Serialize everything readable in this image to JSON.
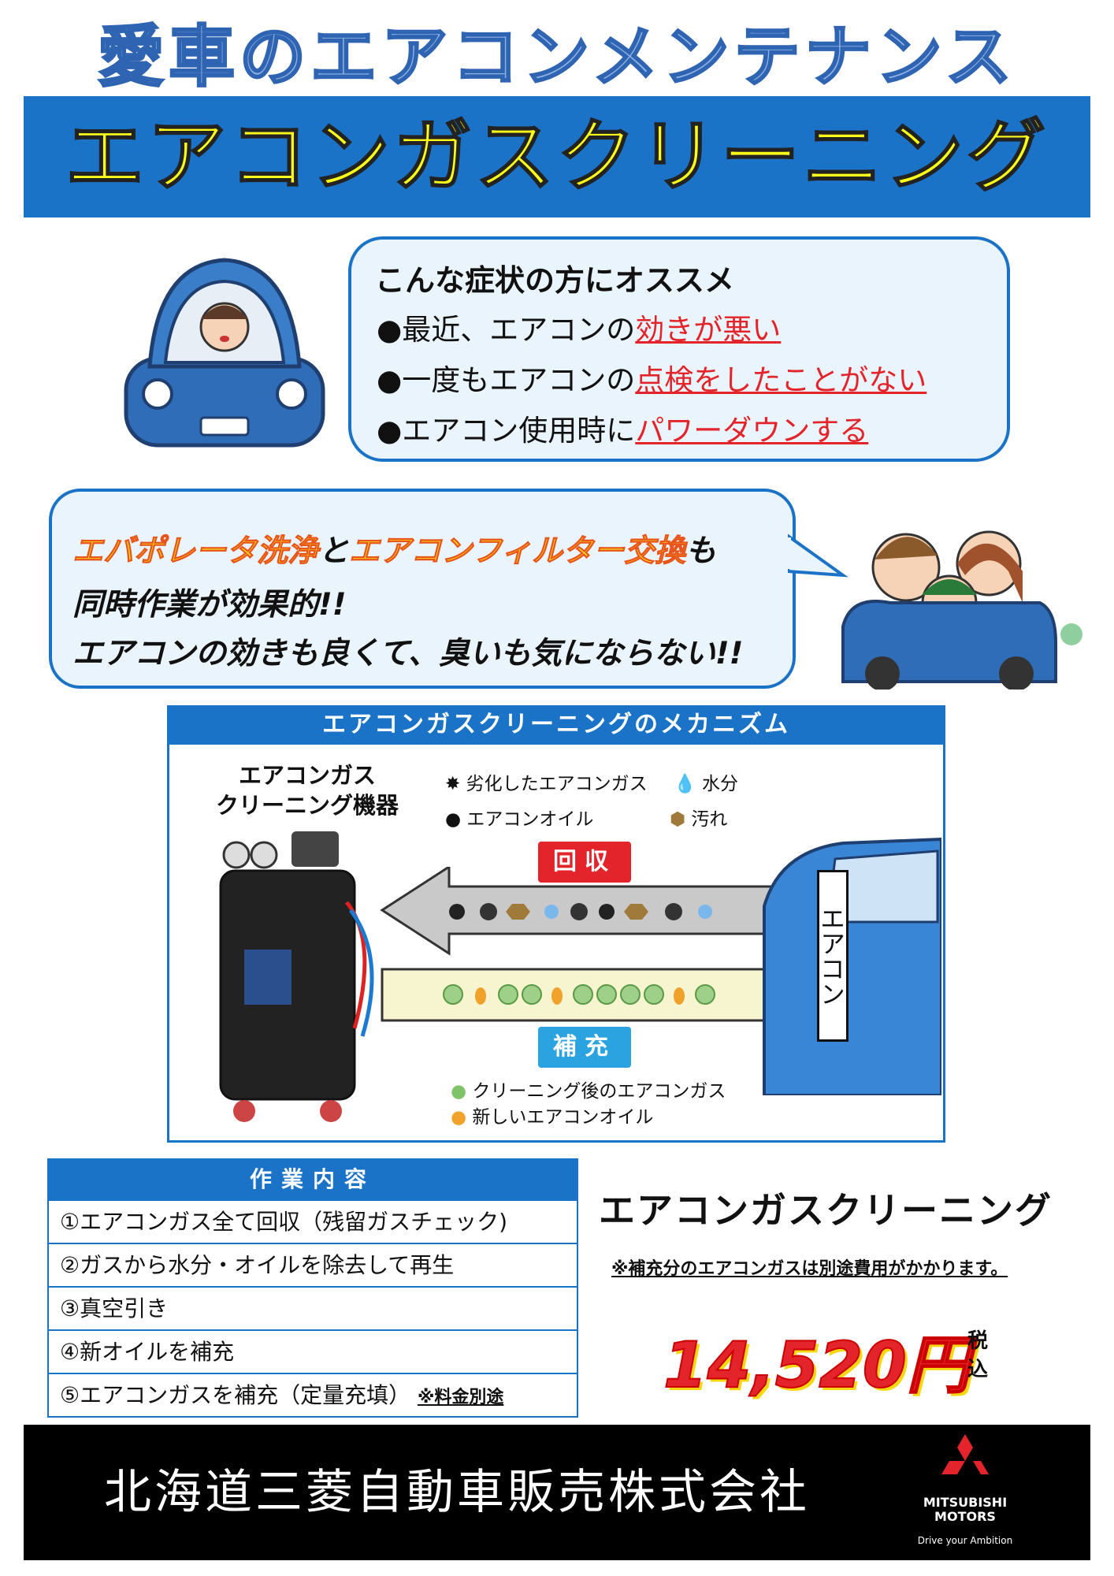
{
  "header": {
    "title": "愛車のエアコンメンテナンス",
    "banner": "エアコンガスクリーニング"
  },
  "symptoms": {
    "heading": "こんな症状の方にオススメ",
    "items": [
      {
        "prefix": "●最近、エアコンの",
        "highlight": "効きが悪い"
      },
      {
        "prefix": "●一度もエアコンの",
        "highlight": "点検をしたことがない"
      },
      {
        "prefix": "●エアコン使用時に",
        "highlight": "パワーダウンする"
      }
    ]
  },
  "recommend": {
    "hl1": "エバポレータ洗浄",
    "mid": "と",
    "hl2": "エアコンフィルター交換",
    "end": "も",
    "line2": "同時作業が効果的!!",
    "line3": "エアコンの効きも良くて、臭いも気にならない!!"
  },
  "mechanism": {
    "title": "エアコンガスクリーニングのメカニズム",
    "machine_label_1": "エアコンガス",
    "machine_label_2": "クリーニング機器",
    "legend": {
      "degraded_gas": "劣化したエアコンガス",
      "water": "水分",
      "oil": "エアコンオイル",
      "dirt": "汚れ"
    },
    "recover_tag": "回収",
    "refill_tag": "補充",
    "aircon_label": "エアコン",
    "legend_bottom": {
      "clean_gas": "クリーニング後のエアコンガス",
      "new_oil": "新しいエアコンオイル"
    },
    "colors": {
      "recover": "#e3242b",
      "refill": "#2aa3e0",
      "header": "#1b73c7"
    }
  },
  "work": {
    "heading": "作業内容",
    "rows": [
      "①エアコンガス全て回収（残留ガスチェック)",
      "②ガスから水分・オイルを除去して再生",
      "③真空引き",
      "④新オイルを補充",
      "⑤エアコンガスを補充（定量充填）"
    ],
    "row5_note": "※料金別途"
  },
  "price": {
    "title": "エアコンガスクリーニング",
    "note": "※補充分のエアコンガスは別途費用がかかります。",
    "amount": "14,520円",
    "tax1": "税",
    "tax2": "込"
  },
  "footer": {
    "company": "北海道三菱自動車販売株式会社",
    "logo_line1": "MITSUBISHI",
    "logo_line2": "MOTORS",
    "tagline": "Drive your Ambition"
  }
}
